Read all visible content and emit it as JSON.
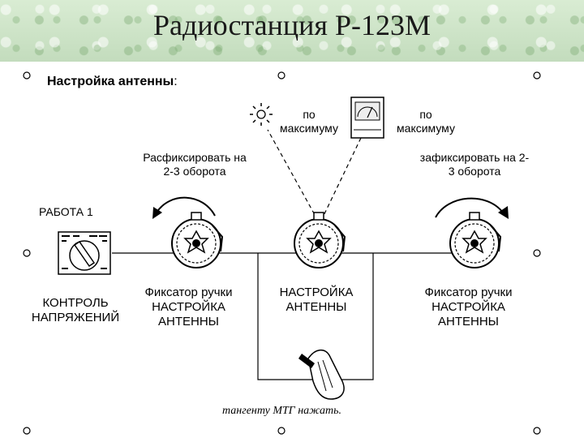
{
  "title": "Радиостанция Р-123М",
  "subtitle": {
    "text": "Настройка антенны",
    "colon": ":"
  },
  "labels": {
    "po_max_left": "по\nмаксимуму",
    "po_max_right": "по\nмаксимуму",
    "unlock_left": "Расфиксировать на\n2-3 оборота",
    "lock_right": "зафиксировать на 2-\n3 оборота",
    "rabota": "РАБОТА 1",
    "kontrol_line1": "КОНТРОЛЬ",
    "kontrol_line2": "НАПРЯЖЕНИЙ",
    "fixator_left_line1": "Фиксатор ручки",
    "fixator_left_line2": "НАСТРОЙКА",
    "fixator_left_line3": "АНТЕННЫ",
    "nastroika_line1": "НАСТРОЙКА",
    "nastroika_line2": "АНТЕННЫ",
    "fixator_right_line1": "Фиксатор ручки",
    "fixator_right_line2": "НАСТРОЙКА",
    "fixator_right_line3": "АНТЕННЫ",
    "tangenta": "тангенту МТГ нажать."
  },
  "icons": [
    "sun-icon",
    "meter-icon",
    "knob-icon",
    "voltage-switch-icon",
    "microphone-tangent-icon",
    "rotate-ccw-arrow-icon",
    "rotate-cw-arrow-icon"
  ]
}
